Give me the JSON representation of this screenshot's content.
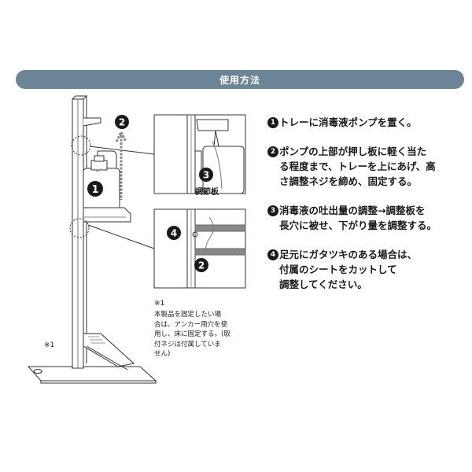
{
  "header": {
    "title": "使用方法"
  },
  "steps": [
    {
      "num": "1",
      "text": "トレーに消毒液ポンプを置く。"
    },
    {
      "num": "2",
      "text": "ポンプの上部が押し板に軽く当た\nる程度まで、トレーを上にあげ、高\nさ調整ネジを締め、固定する。"
    },
    {
      "num": "3",
      "text": "消毒液の吐出量の調整→調整板を\n長穴に被せ、下がり量を調整する。"
    },
    {
      "num": "4",
      "text": "足元にガタツキのある場合は、\n付属のシートをカットして\n調整してください。"
    }
  ],
  "illustration": {
    "badge_1": "1",
    "badge_2_top": "2",
    "badge_3": "3",
    "badge_4": "4",
    "badge_2_bottom": "2",
    "adjust_plate_label": "調節板"
  },
  "note": {
    "mark_top": "※1",
    "mark_base": "※1",
    "text": "本製品を固定したい場\n合は、アンカー用穴を使\n用し、床に固定する。(取\n付ネジは付属していま\nせん)"
  }
}
